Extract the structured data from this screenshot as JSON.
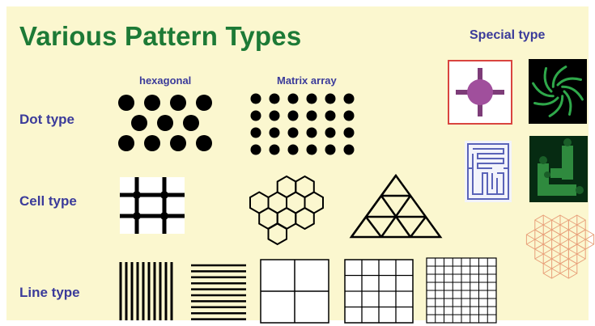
{
  "title": "Various Pattern Types",
  "special_type_label": "Special type",
  "rows": {
    "dot": {
      "label": "Dot type"
    },
    "cell": {
      "label": "Cell type"
    },
    "line": {
      "label": "Line type"
    }
  },
  "subtitles": {
    "hexagonal": "hexagonal",
    "matrix": "Matrix array"
  },
  "colors": {
    "background": "#fbf7cf",
    "title": "#1d7a36",
    "labels": "#3b3b9a",
    "pattern": "#000000",
    "special_frame": "#d9453f",
    "special_dot": "#a04f9c",
    "maze": "#5a63b8",
    "green_pattern": "#2fa84a",
    "hex_mesh": "#e8a07a"
  },
  "icons": [
    "dot-hexagonal-pattern",
    "dot-matrix-pattern",
    "grid-mesh-pattern",
    "hexagon-cell-pattern",
    "triangle-cell-pattern",
    "vertical-line-pattern",
    "horizontal-line-pattern",
    "grid-2x2-pattern",
    "grid-4x4-pattern",
    "grid-8x8-pattern",
    "cross-dot-special-pattern",
    "spiral-special-pattern",
    "maze-special-pattern",
    "green-block-special-pattern",
    "hex-mesh-special-pattern"
  ]
}
